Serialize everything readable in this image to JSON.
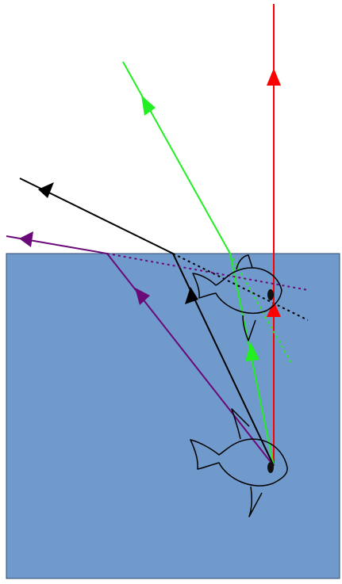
{
  "diagram": {
    "colors": {
      "background": "#ffffff",
      "water_fill": "#7099cc",
      "water_border": "#2f4a6f",
      "ray_red": "#ff0000",
      "ray_green": "#22ee22",
      "ray_black": "#000000",
      "ray_purple": "#6a0a78",
      "fish_outline": "#000000",
      "fish_eye": "#111111"
    },
    "rays": [
      {
        "name": "red-ray",
        "color": "ray_red",
        "style": "solid"
      },
      {
        "name": "green-ray",
        "color": "ray_green",
        "style": "solid"
      },
      {
        "name": "black-ray",
        "color": "ray_black",
        "style": "solid"
      },
      {
        "name": "purple-ray",
        "color": "ray_purple",
        "style": "solid"
      },
      {
        "name": "black-extension",
        "color": "ray_black",
        "style": "dotted"
      },
      {
        "name": "purple-extension",
        "color": "ray_purple",
        "style": "dotted"
      },
      {
        "name": "green-extension",
        "color": "ray_green",
        "style": "dotted"
      }
    ],
    "fishes": [
      {
        "name": "real-fish",
        "outline": "solid"
      },
      {
        "name": "apparent-fish",
        "outline": "solid"
      }
    ],
    "icons": [
      "fish-icon",
      "arrow-head-icon"
    ]
  }
}
